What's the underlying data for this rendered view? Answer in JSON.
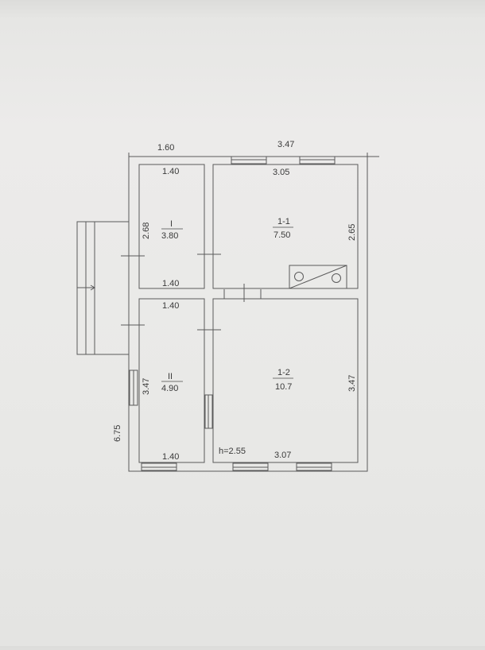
{
  "plan": {
    "outer_dims": {
      "top_left": "1.60",
      "top_right": "3.47",
      "left_total": "6.75"
    },
    "rooms": [
      {
        "id": "I",
        "area": "3.80",
        "width_top": "1.40",
        "width_bottom": "1.40",
        "height": "2.68"
      },
      {
        "id": "II",
        "area": "4.90",
        "width_top": "1.40",
        "width_bottom": "1.40",
        "height": "3.47"
      },
      {
        "id": "1-1",
        "area": "7.50",
        "width_top": "3.05",
        "height": "2.65"
      },
      {
        "id": "1-2",
        "area": "10.7",
        "width_bottom": "3.07",
        "height": "3.47"
      }
    ],
    "ceiling_height": "h=2.55"
  }
}
